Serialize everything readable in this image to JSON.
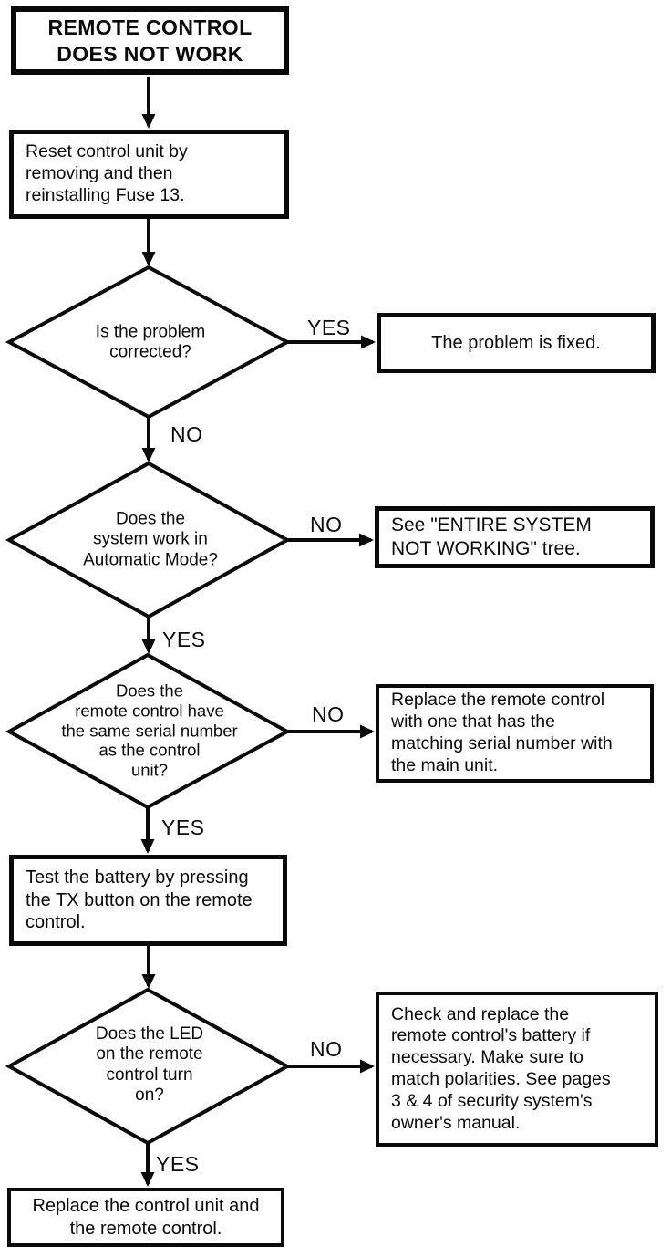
{
  "flowchart": {
    "title": "REMOTE CONTROL\nDOES NOT WORK",
    "nodes": {
      "reset_fuse": "Reset control unit by\nremoving and then\nreinstalling Fuse 13.",
      "q_problem_corrected": "Is the problem\ncorrected?",
      "problem_fixed": "The problem is fixed.",
      "q_automatic_mode": "Does the\nsystem work in\nAutomatic Mode?",
      "see_entire_system": "See \"ENTIRE SYSTEM\nNOT WORKING\" tree.",
      "q_serial_number": "Does the\nremote control have\nthe same serial number\nas the control\nunit?",
      "replace_remote_control": "Replace the remote control\nwith one that has the\nmatching serial number with\nthe main unit.",
      "test_battery": "Test the battery by pressing\nthe TX button on the remote\ncontrol.",
      "q_led_turns_on": "Does the LED\non the remote\ncontrol turn\non?",
      "check_replace_battery": "Check and replace the\nremote control's battery if\nnecessary. Make sure to\nmatch polarities. See pages\n3 & 4 of security system's\nowner's manual.",
      "replace_control_unit": "Replace the control unit and\nthe remote control."
    },
    "edges": {
      "problem_corrected_yes": "YES",
      "problem_corrected_no": "NO",
      "automatic_mode_no": "NO",
      "automatic_mode_yes": "YES",
      "serial_number_no": "NO",
      "serial_number_yes": "YES",
      "led_no": "NO",
      "led_yes": "YES"
    },
    "colors": {
      "ink": "#0a0a0a",
      "paper": "#ffffff"
    }
  }
}
